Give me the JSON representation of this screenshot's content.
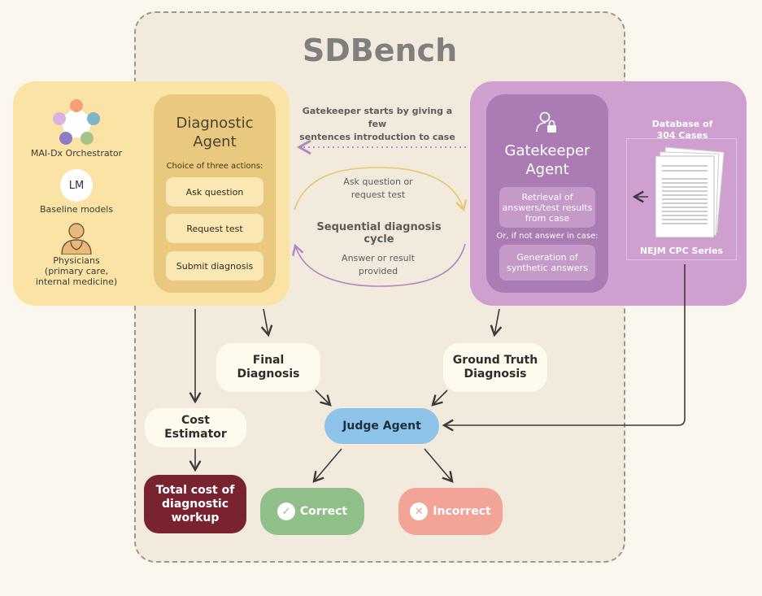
{
  "title": "SDBench",
  "left_panel": {
    "orchestrator_label": "MAI-Dx Orchestrator",
    "lm_badge": "LM",
    "baseline_label": "Baseline models",
    "physicians_label": [
      "Physicians",
      "(primary care,",
      "internal medicine)"
    ]
  },
  "diagnostic_agent": {
    "title": [
      "Diagnostic",
      "Agent"
    ],
    "subtitle": "Choice of three actions:",
    "actions": [
      "Ask question",
      "Request test",
      "Submit diagnosis"
    ]
  },
  "gatekeeper_agent": {
    "title": [
      "Gatekeeper",
      "Agent"
    ],
    "retrieval": [
      "Retrieval of",
      "answers/test results",
      "from case"
    ],
    "or_text": "Or, if not answer in case:",
    "synthetic": [
      "Generation of",
      "synthetic answers"
    ]
  },
  "database": {
    "title": [
      "Database of",
      "304 Cases"
    ],
    "series": "NEJM CPC Series"
  },
  "cycle": {
    "intro": [
      "Gatekeeper starts by giving a few",
      "sentences introduction to case"
    ],
    "ask": [
      "Ask question or",
      "request test"
    ],
    "name": "Sequential diagnosis cycle",
    "answer": [
      "Answer or result",
      "provided"
    ]
  },
  "nodes": {
    "final_diagnosis": [
      "Final",
      "Diagnosis"
    ],
    "ground_truth": [
      "Ground Truth",
      "Diagnosis"
    ],
    "judge": "Judge Agent",
    "cost_estimator": [
      "Cost",
      "Estimator"
    ],
    "total_cost": [
      "Total cost of",
      "diagnostic",
      "workup"
    ],
    "correct": "Correct",
    "incorrect": "Incorrect"
  },
  "colors": {
    "background": "#fbf7ee",
    "frame": "#f1eadd",
    "left_panel": "#fbe3a6",
    "right_panel": "#cf9fcf",
    "judge": "#8fc4ea",
    "total_cost": "#7a2330",
    "correct": "#90bf89",
    "incorrect": "#f2a597"
  }
}
